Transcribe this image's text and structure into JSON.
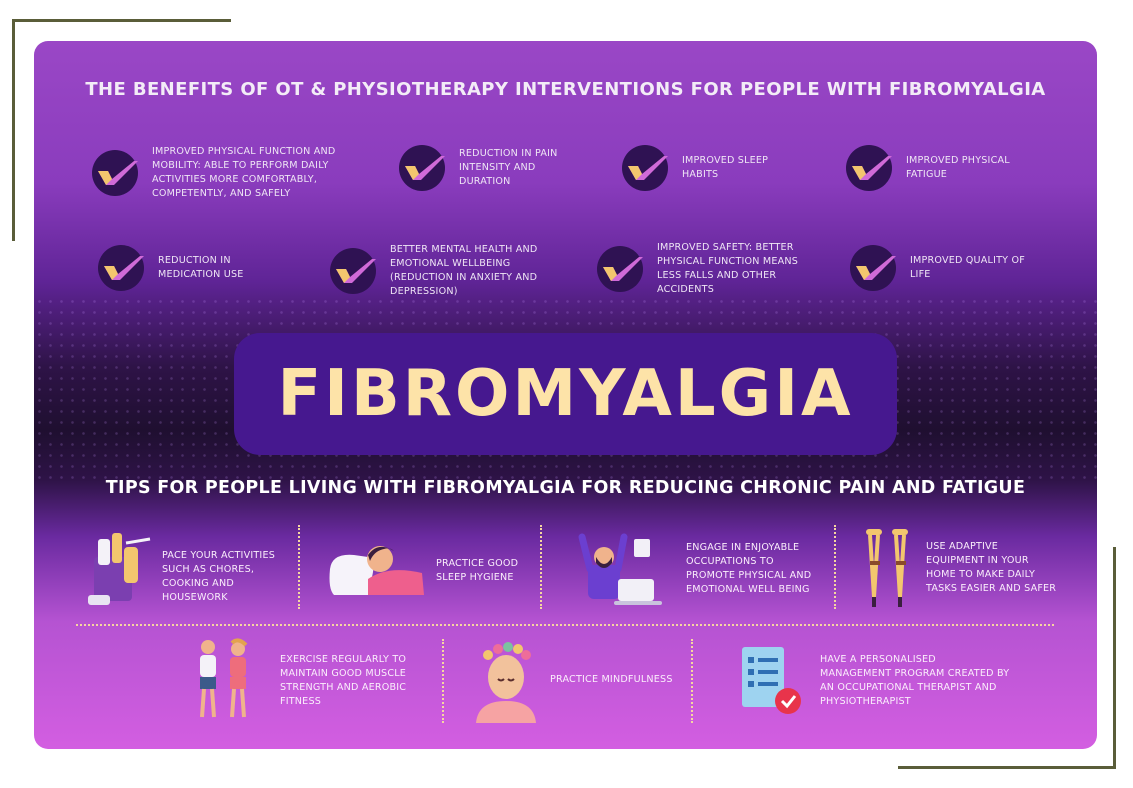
{
  "header": {
    "title": "THE BENEFITS OF OT & PHYSIOTHERAPY INTERVENTIONS FOR PEOPLE WITH FIBROMYALGIA"
  },
  "benefits": [
    {
      "text": "IMPROVED PHYSICAL FUNCTION AND MOBILITY: ABLE TO PERFORM DAILY ACTIVITIES MORE COMFORTABLY, COMPETENTLY, AND SAFELY",
      "icon": "check-icon"
    },
    {
      "text": "REDUCTION IN PAIN INTENSITY AND DURATION",
      "icon": "check-icon"
    },
    {
      "text": "IMPROVED SLEEP HABITS",
      "icon": "check-icon"
    },
    {
      "text": "IMPROVED PHYSICAL FATIGUE",
      "icon": "check-icon"
    },
    {
      "text": "REDUCTION IN MEDICATION USE",
      "icon": "check-icon"
    },
    {
      "text": "BETTER MENTAL HEALTH AND EMOTIONAL WELLBEING (REDUCTION IN ANXIETY AND DEPRESSION)",
      "icon": "check-icon"
    },
    {
      "text": "IMPROVED SAFETY: BETTER PHYSICAL FUNCTION MEANS LESS FALLS AND OTHER ACCIDENTS",
      "icon": "check-icon"
    },
    {
      "text": "IMPROVED QUALITY OF LIFE",
      "icon": "check-icon"
    }
  ],
  "banner": {
    "text": "FIBROMYALGIA"
  },
  "tips_title": "TIPS FOR PEOPLE LIVING WITH FIBROMYALGIA FOR REDUCING CHRONIC PAIN AND FATIGUE",
  "tips": [
    {
      "text": "PACE YOUR ACTIVITIES SUCH AS CHORES, COOKING AND HOUSEWORK",
      "icon": "cleaning-bucket-icon"
    },
    {
      "text": "PRACTICE GOOD SLEEP HYGIENE",
      "icon": "sleeping-person-icon"
    },
    {
      "text": "ENGAGE IN ENJOYABLE OCCUPATIONS TO PROMOTE PHYSICAL AND EMOTIONAL WELL BEING",
      "icon": "happy-person-laptop-icon"
    },
    {
      "text": "USE ADAPTIVE EQUIPMENT IN YOUR HOME TO MAKE DAILY TASKS EASIER AND SAFER",
      "icon": "crutches-icon"
    },
    {
      "text": "EXERCISE REGULARLY TO MAINTAIN GOOD MUSCLE STRENGTH AND AEROBIC FITNESS",
      "icon": "exercising-people-icon"
    },
    {
      "text": "PRACTICE MINDFULNESS",
      "icon": "mindful-head-icon"
    },
    {
      "text": "HAVE A PERSONALISED MANAGEMENT PROGRAM CREATED BY AN OCCUPATIONAL THERAPIST AND PHYSIOTHERAPIST",
      "icon": "checklist-icon"
    }
  ],
  "colors": {
    "frame": "#5a5d39",
    "banner_bg": "#46188f",
    "banner_text": "#fde3a8",
    "check_gold": "#f3c66e",
    "check_pink": "#d06ad8",
    "separator": "#f6d6a0"
  }
}
